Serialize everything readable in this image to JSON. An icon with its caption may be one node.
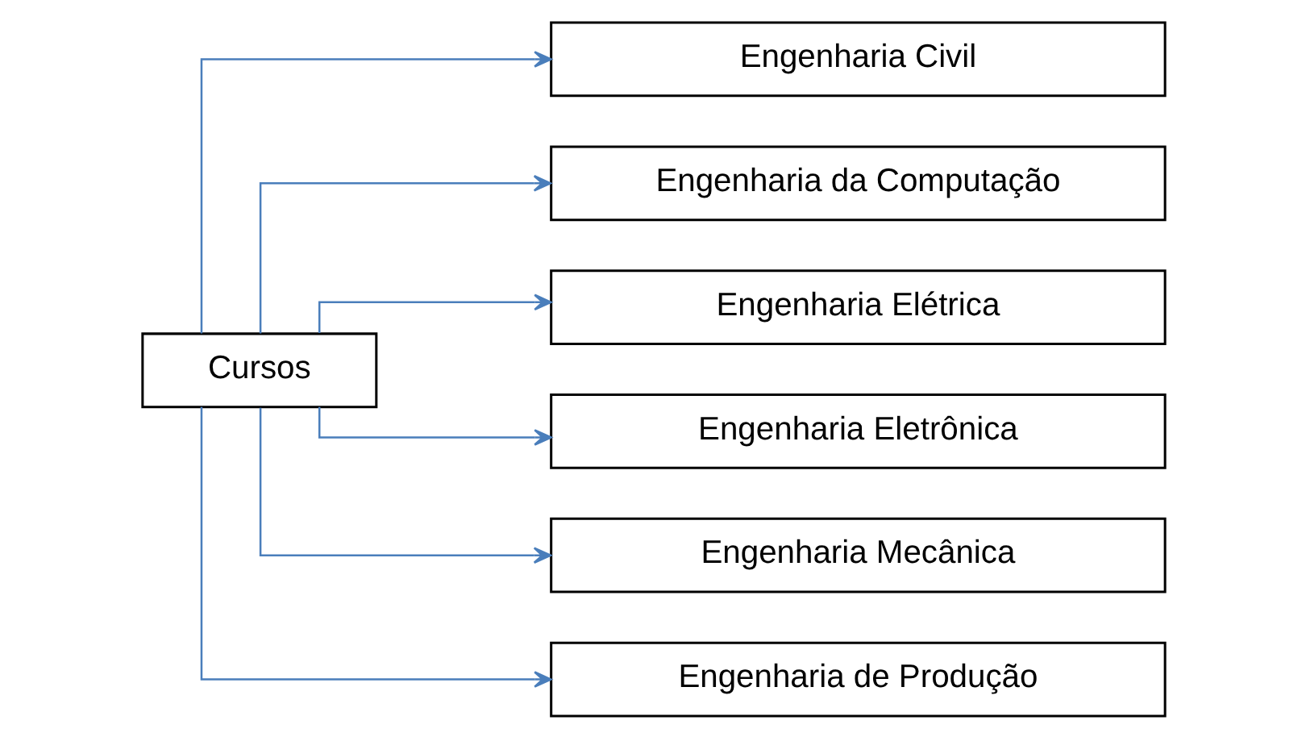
{
  "diagram": {
    "nodes": [
      {
        "text": [
          "Cursos"
        ]
      },
      {
        "text": [
          "Engenharia Civil"
        ]
      },
      {
        "text": [
          "Engenharia da Computação"
        ]
      },
      {
        "text": [
          "Engenharia Elétrica"
        ]
      },
      {
        "text": [
          "Engenharia Eletrônica"
        ]
      },
      {
        "text": [
          "Engenharia Mecânica"
        ]
      },
      {
        "text": [
          "Engenharia de Produção"
        ]
      }
    ],
    "edges": [
      {
        "from": 0,
        "to": 1,
        "arrow": "to"
      },
      {
        "from": 0,
        "to": 2,
        "arrow": "to"
      },
      {
        "from": 0,
        "to": 3,
        "arrow": "to"
      },
      {
        "from": 0,
        "to": 4,
        "arrow": "to"
      },
      {
        "from": 0,
        "to": 5,
        "arrow": "to"
      },
      {
        "from": 0,
        "to": 6,
        "arrow": "to"
      }
    ]
  }
}
